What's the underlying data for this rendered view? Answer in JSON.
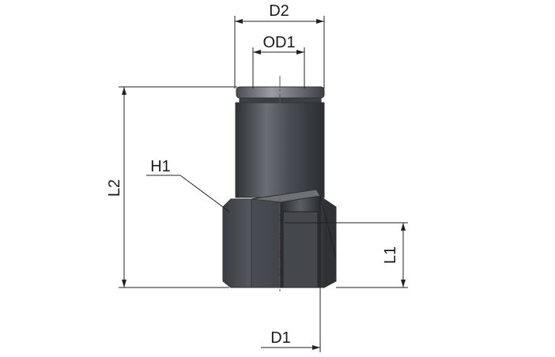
{
  "labels": {
    "d2": "D2",
    "od1": "OD1",
    "h1": "H1",
    "l2": "L2",
    "l1": "L1",
    "d1": "D1"
  },
  "colors": {
    "body_dark": "#3a3d42",
    "body_mid": "#5a5e64",
    "body_light": "#8c9096",
    "line": "#222222"
  }
}
